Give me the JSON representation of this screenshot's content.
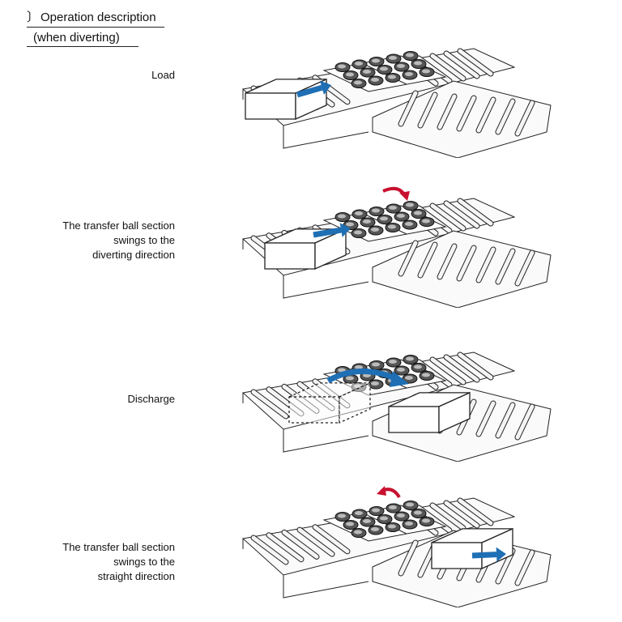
{
  "header": {
    "title_line1": "Operation description",
    "title_line2": "(when diverting)"
  },
  "steps": [
    {
      "label_lines": [
        "Load"
      ],
      "box_state": "at-entry",
      "rotation_arrow": "none"
    },
    {
      "label_lines": [
        "The transfer ball section",
        "swings to the",
        "diverting direction"
      ],
      "box_state": "on-balls",
      "rotation_arrow": "clockwise"
    },
    {
      "label_lines": [
        "Discharge"
      ],
      "box_state": "diverted",
      "rotation_arrow": "none"
    },
    {
      "label_lines": [
        "The transfer ball section",
        "swings to the",
        "straight direction"
      ],
      "box_state": "exiting-branch",
      "rotation_arrow": "counterclockwise"
    }
  ],
  "colors": {
    "flow_arrow": "#1f6fb5",
    "rotation_arrow": "#c8102e",
    "roller_fill": "#f4f4f4",
    "line": "#222222"
  }
}
